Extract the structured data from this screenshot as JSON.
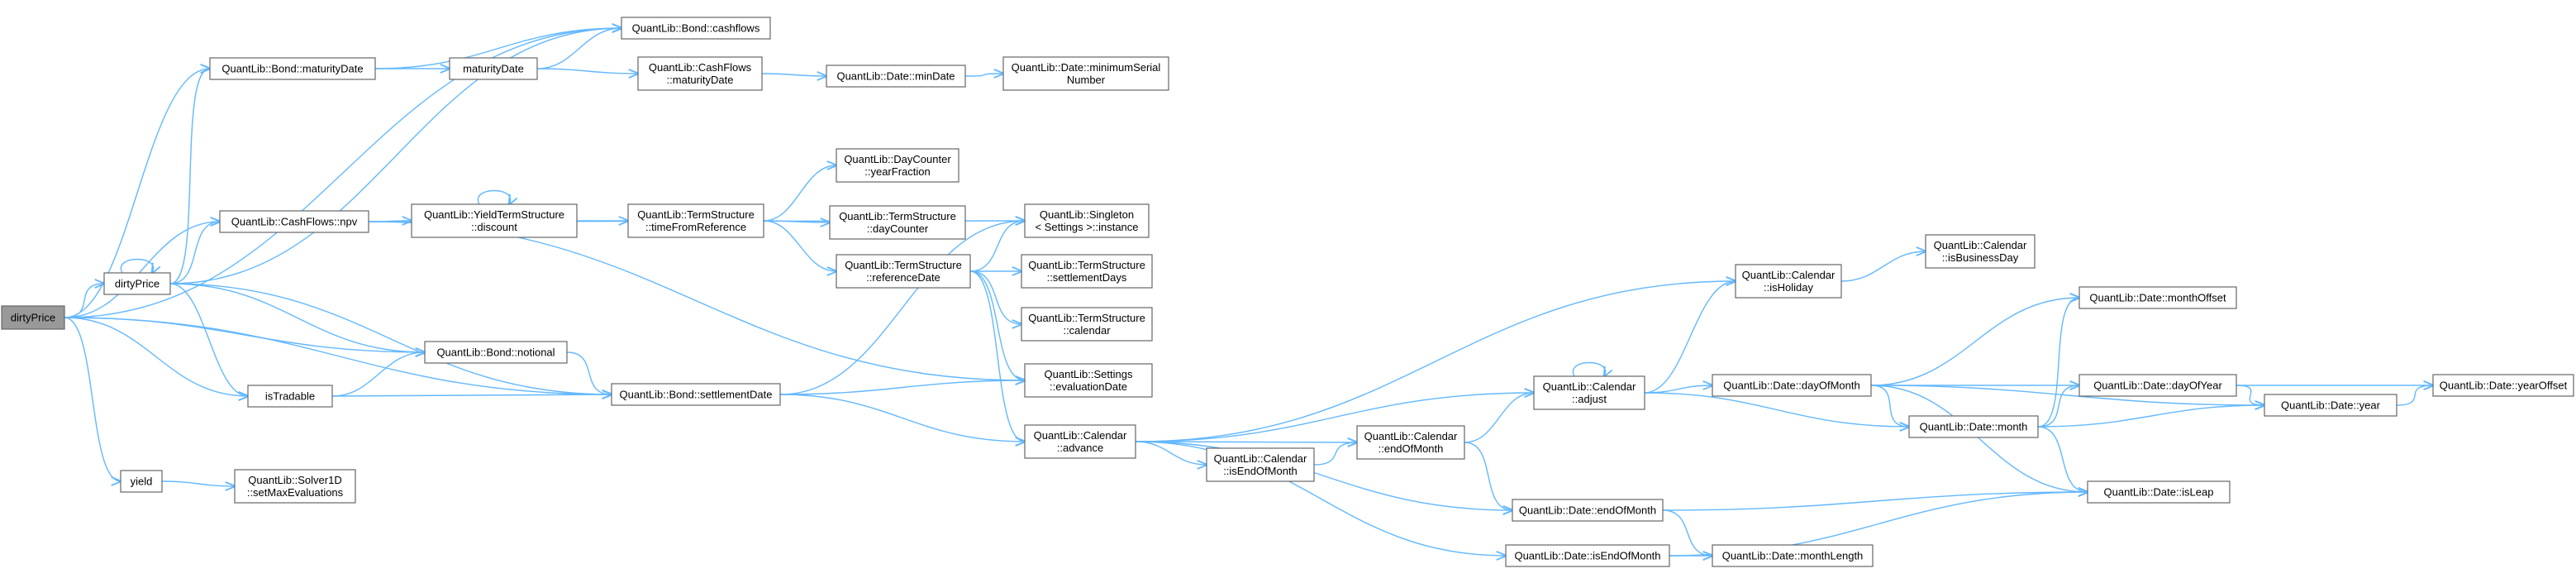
{
  "colors": {
    "edge": "#63b8ff",
    "node_border": "#666666",
    "node_fill": "#ffffff",
    "root_fill": "#999999"
  },
  "nodes": {
    "dirtyPrice_root": [
      "dirtyPrice"
    ],
    "dirtyPrice": [
      "dirtyPrice"
    ],
    "yield": [
      "yield"
    ],
    "isTradable": [
      "isTradable"
    ],
    "bond_maturityDate": [
      "QuantLib::Bond::maturityDate"
    ],
    "cashflows_npv": [
      "QuantLib::CashFlows::npv"
    ],
    "bond_cashflows": [
      "QuantLib::Bond::cashflows"
    ],
    "maturityDate": [
      "maturityDate"
    ],
    "cashflows_maturityDate": [
      "QuantLib::CashFlows",
      "::maturityDate"
    ],
    "date_minDate": [
      "QuantLib::Date::minDate"
    ],
    "date_minSerial": [
      "QuantLib::Date::minimumSerial",
      "Number"
    ],
    "yts_discount": [
      "QuantLib::YieldTermStructure",
      "::discount"
    ],
    "ts_timeFromRef": [
      "QuantLib::TermStructure",
      "::timeFromReference"
    ],
    "dc_yearFraction": [
      "QuantLib::DayCounter",
      "::yearFraction"
    ],
    "ts_dayCounter": [
      "QuantLib::TermStructure",
      "::dayCounter"
    ],
    "singleton_instance": [
      "QuantLib::Singleton",
      "< Settings >::instance"
    ],
    "ts_referenceDate": [
      "QuantLib::TermStructure",
      "::referenceDate"
    ],
    "ts_settlementDays": [
      "QuantLib::TermStructure",
      "::settlementDays"
    ],
    "ts_calendar": [
      "QuantLib::TermStructure",
      "::calendar"
    ],
    "settings_evalDate": [
      "QuantLib::Settings",
      "::evaluationDate"
    ],
    "bond_notional": [
      "QuantLib::Bond::notional"
    ],
    "bond_settlementDate": [
      "QuantLib::Bond::settlementDate"
    ],
    "calendar_advance": [
      "QuantLib::Calendar",
      "::advance"
    ],
    "solver_setMaxEval": [
      "QuantLib::Solver1D",
      "::setMaxEvaluations"
    ],
    "calendar_isEndOfMonth": [
      "QuantLib::Calendar",
      "::isEndOfMonth"
    ],
    "calendar_endOfMonth": [
      "QuantLib::Calendar",
      "::endOfMonth"
    ],
    "calendar_adjust": [
      "QuantLib::Calendar",
      "::adjust"
    ],
    "calendar_isHoliday": [
      "QuantLib::Calendar",
      "::isHoliday"
    ],
    "calendar_isBusinessDay": [
      "QuantLib::Calendar",
      "::isBusinessDay"
    ],
    "date_dayOfMonth": [
      "QuantLib::Date::dayOfMonth"
    ],
    "date_month": [
      "QuantLib::Date::month"
    ],
    "date_monthOffset": [
      "QuantLib::Date::monthOffset"
    ],
    "date_dayOfYear": [
      "QuantLib::Date::dayOfYear"
    ],
    "date_year": [
      "QuantLib::Date::year"
    ],
    "date_yearOffset": [
      "QuantLib::Date::yearOffset"
    ],
    "date_isLeap": [
      "QuantLib::Date::isLeap"
    ],
    "date_endOfMonth": [
      "QuantLib::Date::endOfMonth"
    ],
    "date_isEndOfMonth": [
      "QuantLib::Date::isEndOfMonth"
    ],
    "date_monthLength": [
      "QuantLib::Date::monthLength"
    ]
  }
}
